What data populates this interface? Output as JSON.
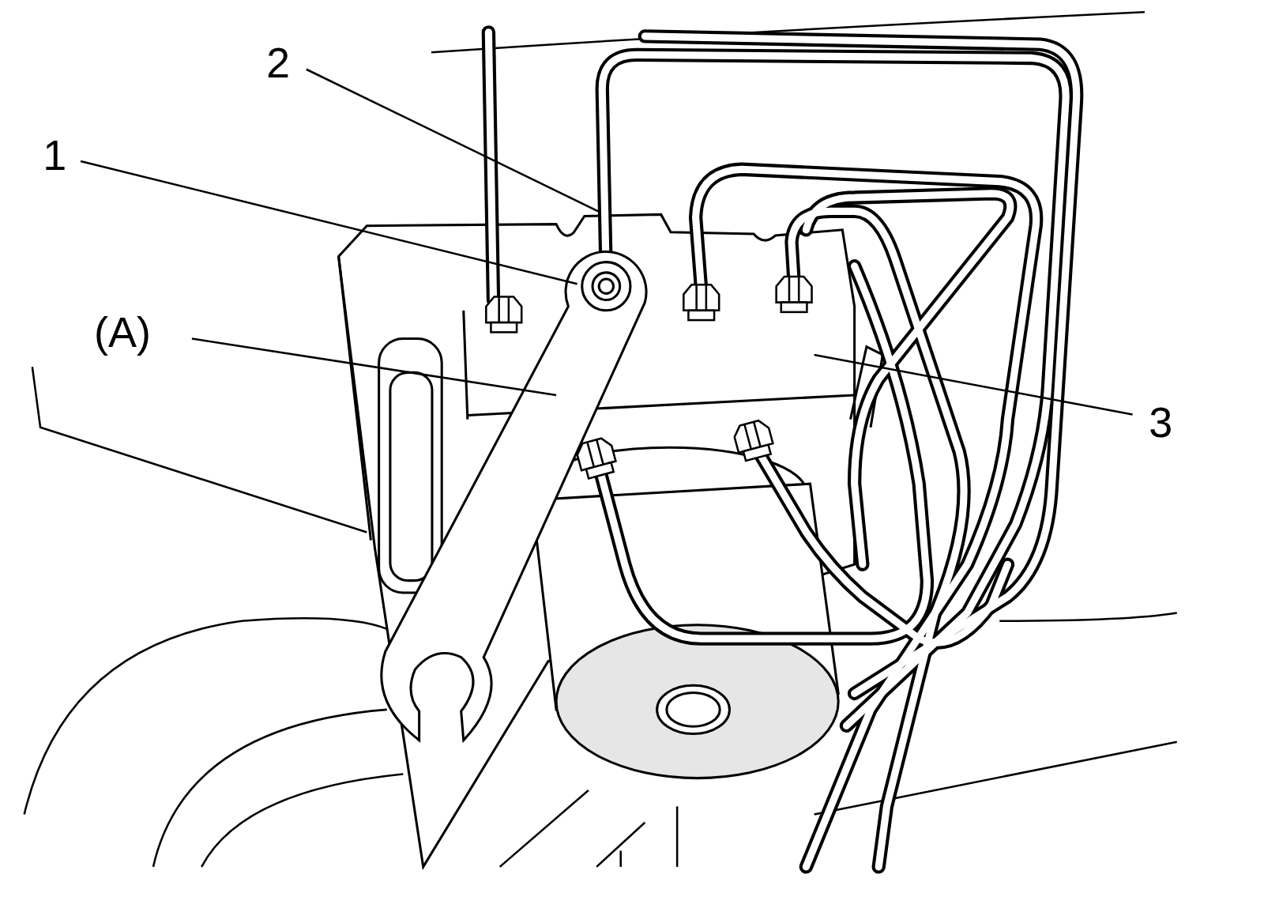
{
  "diagram": {
    "labels": [
      "2",
      "1",
      "(A)",
      "3"
    ]
  }
}
